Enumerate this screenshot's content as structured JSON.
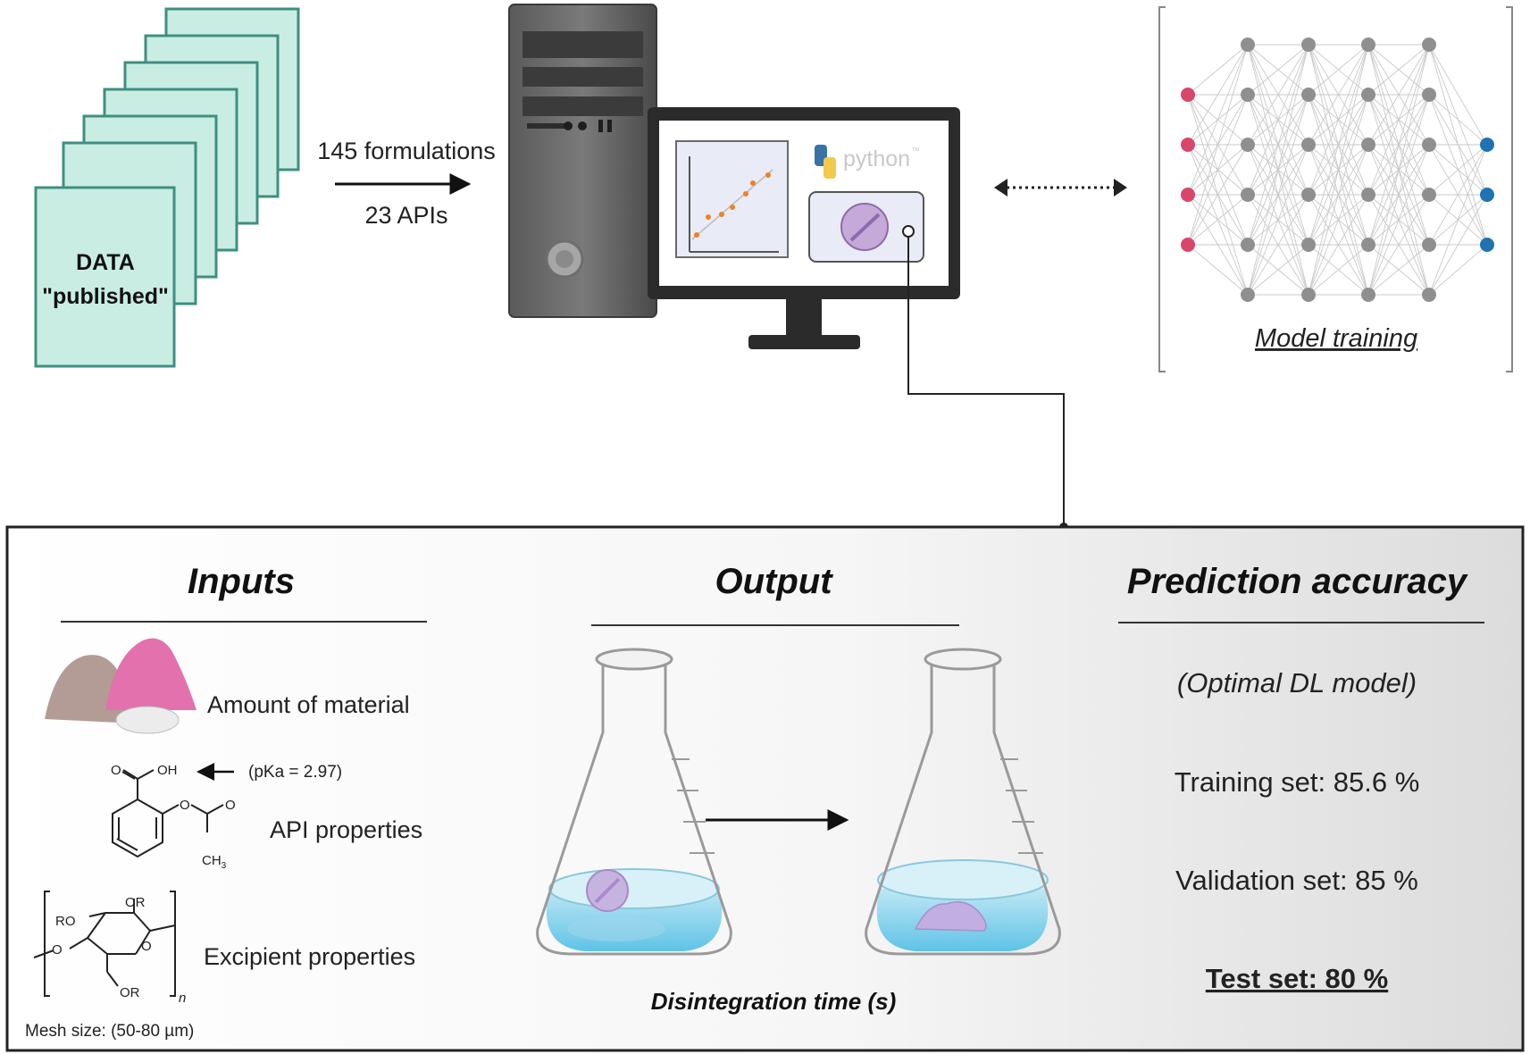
{
  "data_stack": {
    "line1": "DATA",
    "line2": "\"published\"",
    "sheet_color": "#c9ede3",
    "border_color": "#3f8f80"
  },
  "dataset_arrow": {
    "formulations": "145 formulations",
    "apis": "23 APIs"
  },
  "monitor": {
    "python_label": "python",
    "python_tm": "™"
  },
  "network": {
    "caption": "Model training",
    "input_color": "#d9466a",
    "hidden_color": "#8f8f8f",
    "output_color": "#1f73b0"
  },
  "inputs": {
    "title": "Inputs",
    "amount_label": "Amount of material",
    "api_label": "API properties",
    "pka_label": "(pKa = 2.97)",
    "excipient_label": "Excipient properties",
    "mesh_label": "Mesh size:  (50-80 µm)",
    "chem": {
      "oh": "OH",
      "o": "O",
      "ch3": "CH",
      "ch3_sub": "3",
      "or": "OR",
      "ro": "RO",
      "n": "n"
    }
  },
  "output": {
    "title": "Output",
    "time_label": "Disintegration time (s)"
  },
  "accuracy": {
    "title": "Prediction accuracy",
    "subtitle": "(Optimal DL model)",
    "training": "Training set: 85.6 %",
    "validation": "Validation set: 85 %",
    "test": "Test set: 80 %"
  }
}
